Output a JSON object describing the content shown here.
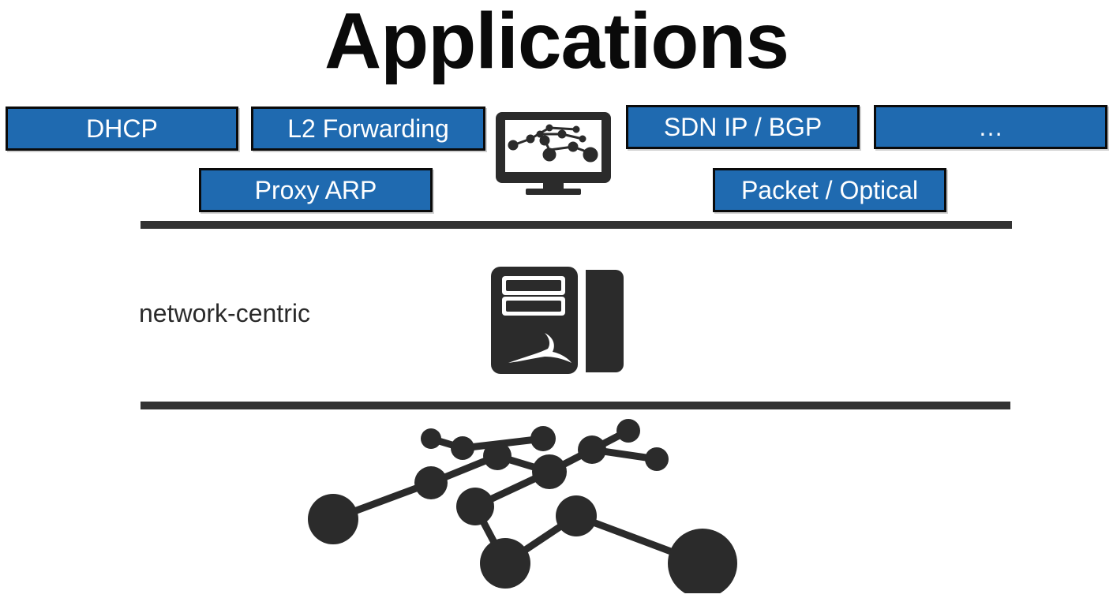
{
  "title": "Applications",
  "applications": {
    "dhcp": "DHCP",
    "l2_forwarding": "L2 Forwarding",
    "sdn_ip_bgp": "SDN IP / BGP",
    "more": "…",
    "proxy_arp": "Proxy ARP",
    "packet_optical": "Packet / Optical"
  },
  "layer_label": "network-centric",
  "colors": {
    "app_box_fill": "#1f6ab0",
    "app_box_border": "#0a0a0a",
    "divider": "#333333",
    "icon": "#2b2b2b"
  },
  "icons": {
    "top": "monitor-network-icon",
    "middle": "controller-server-icon",
    "bottom": "network-topology-icon"
  }
}
